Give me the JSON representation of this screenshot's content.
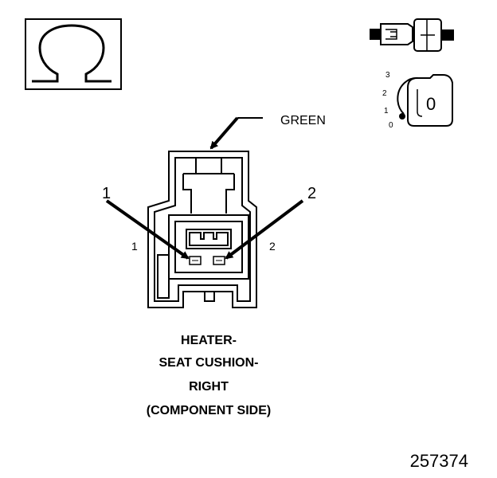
{
  "symbol": {
    "name": "ohm-symbol",
    "glyph": "Ω"
  },
  "ignition_key": {
    "positions": [
      "3",
      "2",
      "1",
      "0"
    ],
    "key_position_label": "0"
  },
  "connector": {
    "color_label": "GREEN",
    "callout_1": "1",
    "callout_2": "2",
    "cavity_1_label": "1",
    "cavity_2_label": "2"
  },
  "caption": {
    "line1": "HEATER-",
    "line2": "SEAT CUSHION-",
    "line3": "RIGHT",
    "line4": "(COMPONENT SIDE)"
  },
  "figure_number": "257374"
}
